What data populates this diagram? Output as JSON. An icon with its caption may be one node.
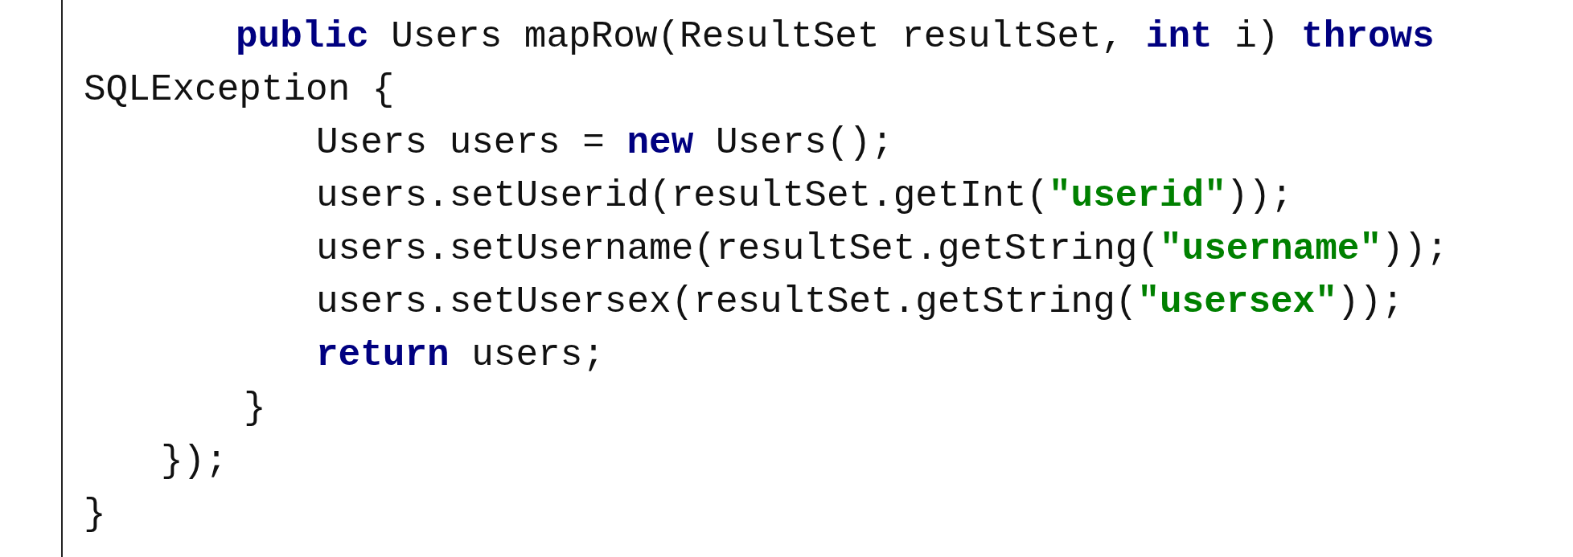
{
  "diagram": {
    "labels": [
      "**public** Users mapRow(ResultSet resultSet, **int** i) **throws**",
      "SQLException {",
      "Users users = **new** Users();",
      "users.setUserid(resultSet.getInt(**\"userid\"**));",
      "users.setUsername(resultSet.getString(**\"username\"**));",
      "users.setUsersex(resultSet.getString(**\"usersex\"**));",
      "**return** users;",
      "}",
      "});",
      "}"
    ]
  }
}
